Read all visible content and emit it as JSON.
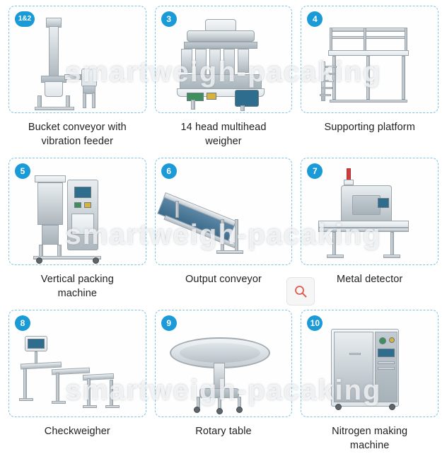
{
  "watermarks": [
    {
      "text": "smartweigh-pacaking"
    },
    {
      "text": "smartweigh-pacaking"
    },
    {
      "text": "smartweigh-pacaking"
    }
  ],
  "overlay": {
    "search_icon": "search-icon"
  },
  "items": [
    {
      "badge": "1&2",
      "label": "Bucket conveyor with\nvibration feeder",
      "label_line1": "Bucket conveyor with",
      "label_line2": "vibration feeder",
      "icon": "bucket-conveyor-icon"
    },
    {
      "badge": "3",
      "label": "14 head multihead\nweigher",
      "label_line1": "14 head multihead",
      "label_line2": "weigher",
      "icon": "multihead-weigher-icon"
    },
    {
      "badge": "4",
      "label": "Supporting platform",
      "label_line1": "Supporting platform",
      "label_line2": "",
      "icon": "supporting-platform-icon"
    },
    {
      "badge": "5",
      "label": "Vertical packing\nmachine",
      "label_line1": "Vertical packing",
      "label_line2": "machine",
      "icon": "vertical-packing-machine-icon"
    },
    {
      "badge": "6",
      "label": "Output conveyor",
      "label_line1": "Output conveyor",
      "label_line2": "",
      "icon": "output-conveyor-icon"
    },
    {
      "badge": "7",
      "label": "Metal detector",
      "label_line1": "Metal detector",
      "label_line2": "",
      "icon": "metal-detector-icon"
    },
    {
      "badge": "8",
      "label": "Checkweigher",
      "label_line1": "Checkweigher",
      "label_line2": "",
      "icon": "checkweigher-icon"
    },
    {
      "badge": "9",
      "label": "Rotary table",
      "label_line1": "Rotary table",
      "label_line2": "",
      "icon": "rotary-table-icon"
    },
    {
      "badge": "10",
      "label": "Nitrogen making\nmachine",
      "label_line1": "Nitrogen making",
      "label_line2": "machine",
      "icon": "nitrogen-making-machine-icon"
    }
  ],
  "colors": {
    "badge_bg": "#1a9ad6",
    "border_dashed": "#7ec3e8",
    "caption_text": "#222222",
    "watermark": "#ffffff"
  }
}
